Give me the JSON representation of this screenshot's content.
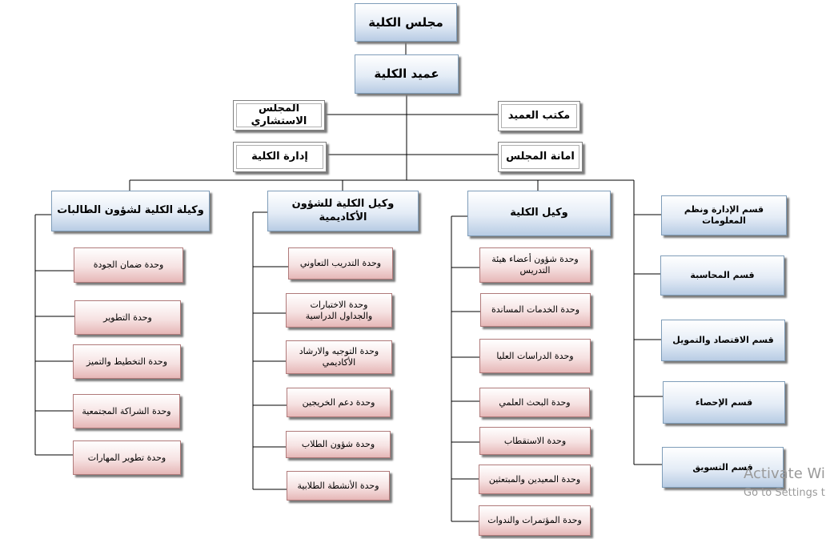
{
  "top": {
    "council": "مجلس الكلية",
    "dean": "عميد الكلية",
    "advisory": "المجلس الاستشاري",
    "dean_office": "مكتب العميد",
    "admin": "إدارة الكلية",
    "secretariat": "امانة المجلس"
  },
  "branches": {
    "female_affairs": {
      "title": "وكيلة الكلية لشؤون الطالبات",
      "units": [
        "وحدة ضمان الجودة",
        "وحدة التطوير",
        "وحدة التخطيط والتميز",
        "وحدة الشراكة المجتمعية",
        "وحدة تطوير المهارات"
      ]
    },
    "academic": {
      "title": "وكيل الكلية للشؤون الأكاديمية",
      "units": [
        "وحدة التدريب التعاوني",
        "وحدة الاختبارات والجداول الدراسية",
        "وحدة التوجيه والارشاد الأكاديمي",
        "وحدة دعم الخريجين",
        "وحدة شؤون الطلاب",
        "وحدة الأنشطة الطلابية"
      ]
    },
    "vice_dean": {
      "title": "وكيل الكلية",
      "units": [
        "وحدة شؤون أعضاء هيئة التدريس",
        "وحدة الخدمات المساندة",
        "وحدة الدراسات العليا",
        "وحدة البحث العلمي",
        "وحدة الاستقطاب",
        "وحدة المعيدين والمبتعثين",
        "وحدة المؤتمرات والندوات"
      ]
    },
    "departments": {
      "items": [
        "قسم الإدارة ونظم المعلومات",
        "قسم المحاسبة",
        "قسم الاقتصاد والتمويل",
        "قسم الإحصاء",
        "قسم التسويق"
      ]
    }
  },
  "watermark": {
    "line1": "Activate Wi",
    "line2": "Go to Settings t"
  }
}
